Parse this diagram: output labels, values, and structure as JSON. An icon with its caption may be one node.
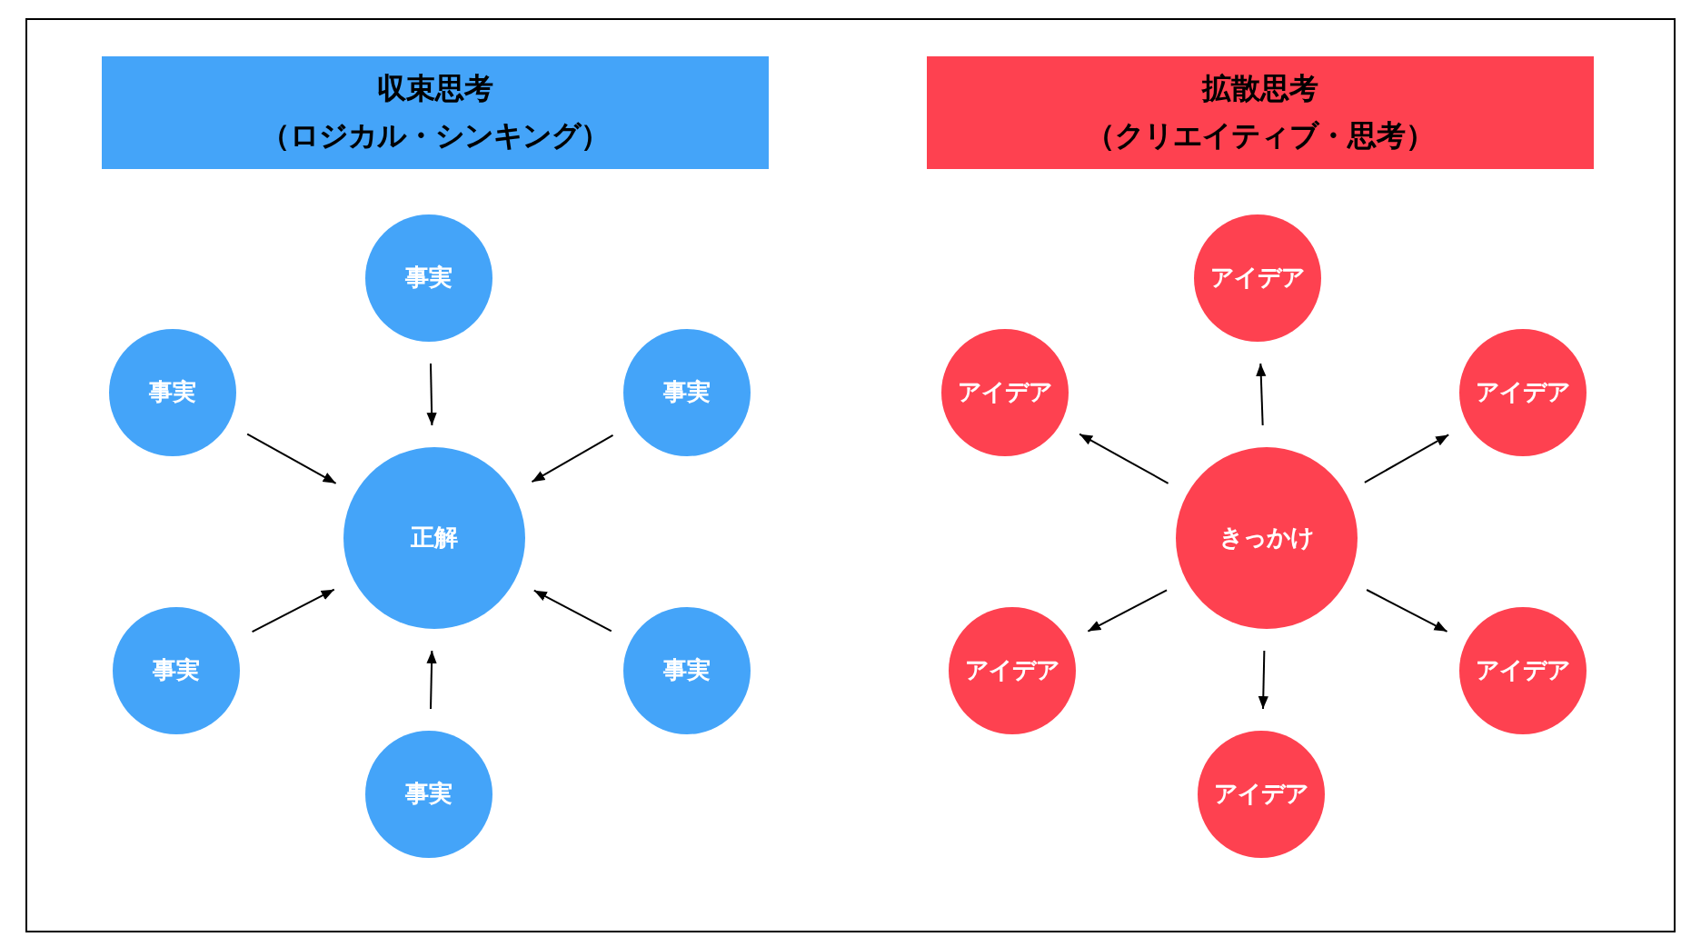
{
  "diagram": {
    "nodes": [
      {
        "text": [
          "収束思考",
          "（ロジカル・シンキング）"
        ]
      },
      {
        "text": [
          "拡散思考",
          "（クリエイティブ・思考）"
        ]
      },
      {
        "text": [
          "事実"
        ]
      },
      {
        "text": [
          "事実"
        ]
      },
      {
        "text": [
          "事実"
        ]
      },
      {
        "text": [
          "正解"
        ]
      },
      {
        "text": [
          "事実"
        ]
      },
      {
        "text": [
          "事実"
        ]
      },
      {
        "text": [
          "事実"
        ]
      },
      {
        "text": [
          "アイデア"
        ]
      },
      {
        "text": [
          "アイデア"
        ]
      },
      {
        "text": [
          "アイデア"
        ]
      },
      {
        "text": [
          "きっかけ"
        ]
      },
      {
        "text": [
          "アイデア"
        ]
      },
      {
        "text": [
          "アイデア"
        ]
      },
      {
        "text": [
          "アイデア"
        ]
      }
    ],
    "edges": [
      {
        "from": 2,
        "to": 5,
        "arrow": "to"
      },
      {
        "from": 3,
        "to": 5,
        "arrow": "to"
      },
      {
        "from": 4,
        "to": 5,
        "arrow": "to"
      },
      {
        "from": 6,
        "to": 5,
        "arrow": "to"
      },
      {
        "from": 7,
        "to": 5,
        "arrow": "to"
      },
      {
        "from": 8,
        "to": 5,
        "arrow": "to"
      },
      {
        "from": 12,
        "to": 9,
        "arrow": "to"
      },
      {
        "from": 12,
        "to": 10,
        "arrow": "to"
      },
      {
        "from": 12,
        "to": 11,
        "arrow": "to"
      },
      {
        "from": 12,
        "to": 13,
        "arrow": "to"
      },
      {
        "from": 12,
        "to": 14,
        "arrow": "to"
      },
      {
        "from": 12,
        "to": 15,
        "arrow": "to"
      }
    ]
  }
}
